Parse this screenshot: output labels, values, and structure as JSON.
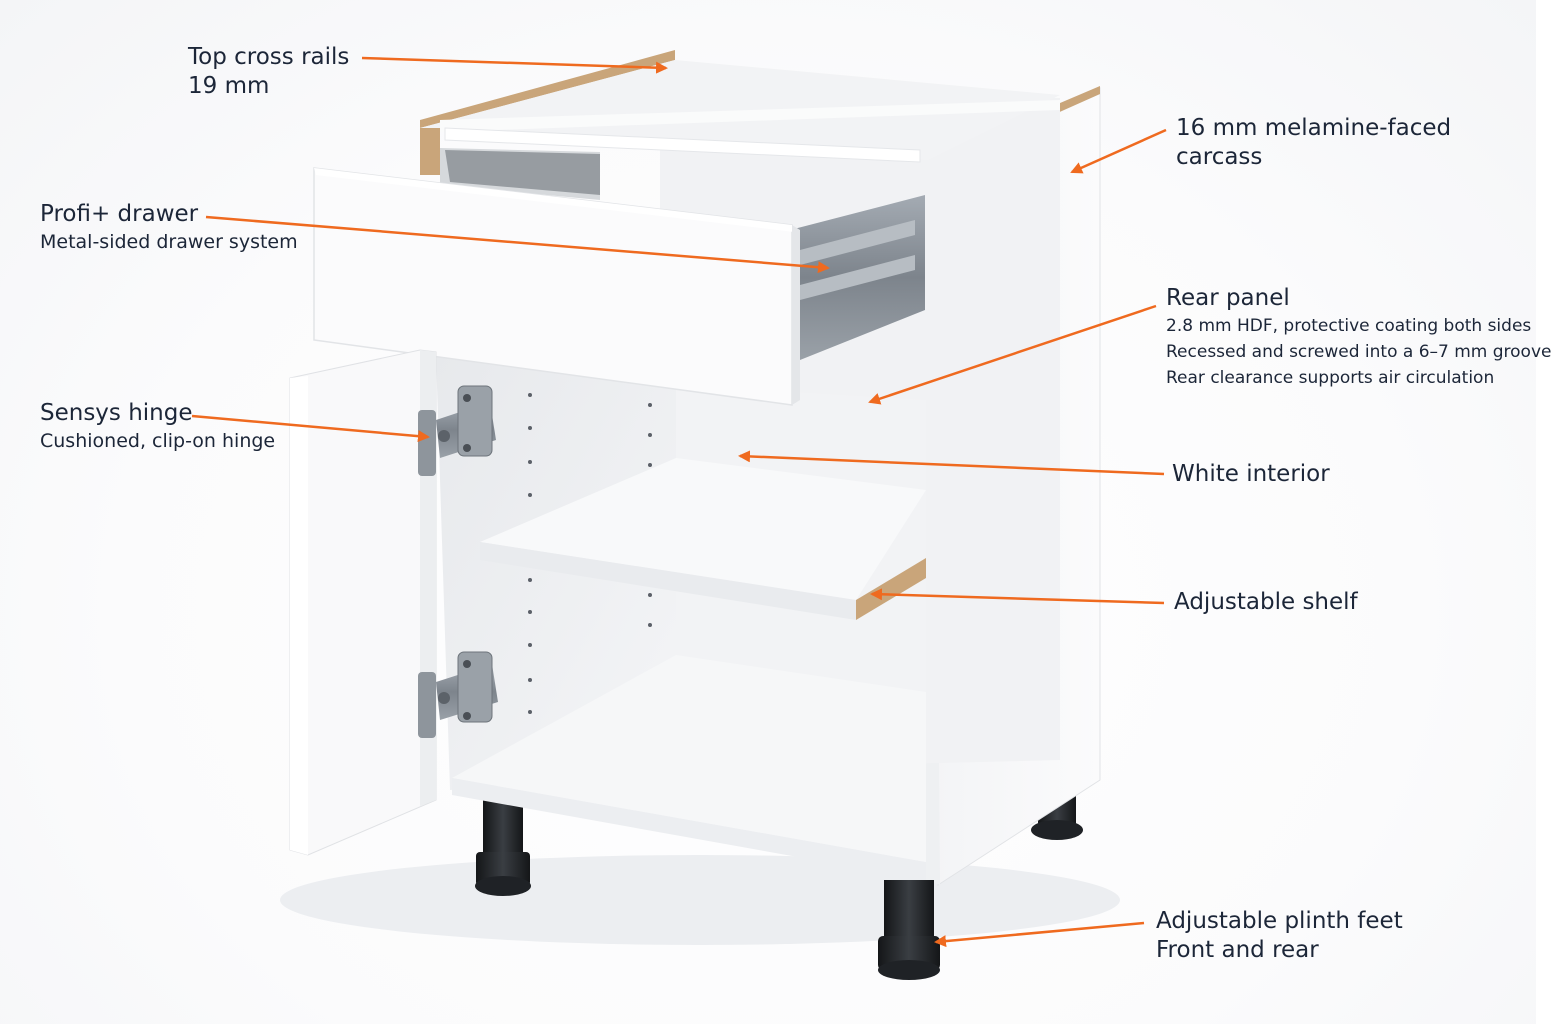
{
  "colors": {
    "accent": "#ef6a1f",
    "panel": "#f7f8f9",
    "panel_shade": "#e8eaed",
    "edge": "#c9a57a",
    "metal": "#8c939b",
    "foot": "#1f2226",
    "text": "#1c2638"
  },
  "labels": {
    "top_rails": {
      "title": "Top cross rails",
      "sub": "19 mm"
    },
    "carcass": {
      "title": "16 mm melamine-faced",
      "sub": "carcass"
    },
    "drawer": {
      "title": "Profi+ drawer",
      "sub": "Metal-sided drawer system"
    },
    "rear_panel": {
      "title": "Rear panel",
      "line1": "2.8 mm HDF, protective coating both sides",
      "line2": "Recessed and screwed into a 6–7 mm groove",
      "line3": "Rear clearance supports air circulation"
    },
    "hinge": {
      "title": "Sensys hinge",
      "sub": "Cushioned, clip-on hinge"
    },
    "interior": {
      "title": "White interior"
    },
    "shelf": {
      "title": "Adjustable shelf"
    },
    "feet": {
      "title": "Adjustable plinth feet",
      "sub": "Front and rear"
    }
  }
}
